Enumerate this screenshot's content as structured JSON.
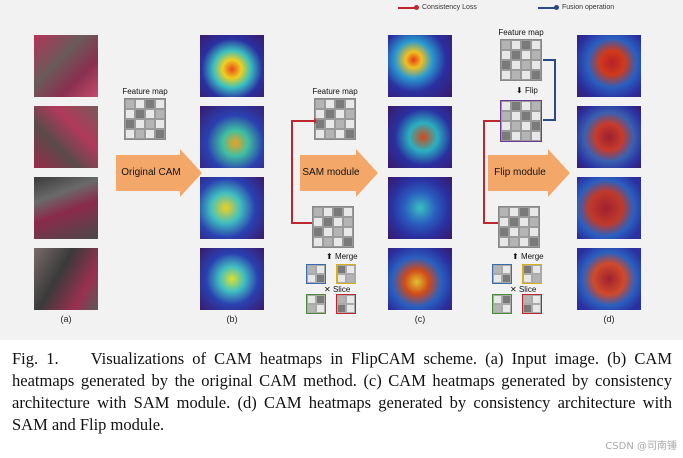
{
  "legend": {
    "consistency": "Consistency Loss",
    "fusion": "Fusion operation",
    "colors": {
      "consistency": "#c0262e",
      "fusion": "#2a4a86"
    }
  },
  "labels": {
    "feature_map": "Feature map",
    "original_cam": "Original CAM",
    "sam_module": "SAM module",
    "flip_module": "Flip module",
    "merge": "Merge",
    "slice": "Slice",
    "flip": "Flip"
  },
  "columns": [
    "(a)",
    "(b)",
    "(c)",
    "(d)"
  ],
  "caption": {
    "fig_label": "Fig. 1.",
    "text": "Visualizations of CAM heatmaps in FlipCAM scheme. (a) Input image. (b) CAM heatmaps generated by the original CAM method. (c) CAM heatmaps generated by consistency architecture with SAM module. (d) CAM heatmaps generated by consistency architecture with SAM and Flip module."
  },
  "watermark": "CSDN @司南锤"
}
